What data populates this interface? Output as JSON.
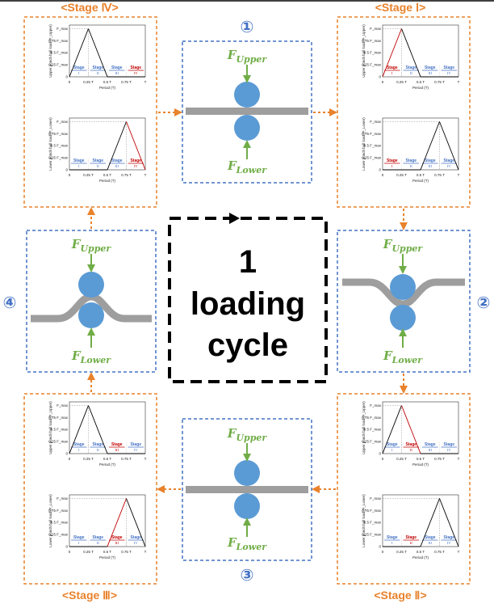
{
  "stage_labels": {
    "stage4": "<Stage Ⅳ>",
    "stage1": "<Stage Ⅰ>",
    "stage3": "<Stage Ⅲ>",
    "stage2": "<Stage Ⅱ>"
  },
  "step_markers": {
    "s1": "①",
    "s2": "②",
    "s3": "③",
    "s4": "④"
  },
  "center": {
    "line1": "1",
    "line2": "loading",
    "line3": "cycle"
  },
  "forces": {
    "upper_base": "F",
    "upper_sub": "Upper",
    "lower_base": "F",
    "lower_sub": "Lower"
  },
  "plot_text": {
    "upper_ylabel": "Upper punch ball load (F_Upper)",
    "lower_ylabel": "Lower punch ball load (F_Lower)",
    "xlabel": "Period (T)",
    "yticks": [
      "F_max",
      "0.75 F_max",
      "0.5 F_max",
      "0.25 F_max",
      "0"
    ],
    "xticks": [
      "0",
      "0.25 T",
      "0.5 T",
      "0.75 T",
      "T"
    ],
    "stage_word": "Stage",
    "stage_numerals": [
      "I",
      "II",
      "III",
      "IV"
    ]
  },
  "colors": {
    "orange": "#e8822c",
    "blue_frame": "#4472c4",
    "ball": "#5b9bd5",
    "plate": "#9e9e9e",
    "green": "#70ad47",
    "stage_blue": "#4472c4",
    "stage_red": "#c00000",
    "curve": "#000000"
  },
  "chart_data": {
    "type": "line",
    "x": [
      0,
      0.25,
      0.5,
      0.75,
      1.0
    ],
    "upper_load": [
      0,
      1,
      0,
      0,
      0
    ],
    "lower_load": [
      0,
      0,
      0,
      1,
      0
    ],
    "ylim": [
      0,
      1
    ],
    "xlabel": "Period (T)",
    "panels": [
      {
        "stage": "Stage Ⅳ",
        "highlight_stage": 4
      },
      {
        "stage": "Stage Ⅰ",
        "highlight_stage": 1
      },
      {
        "stage": "Stage Ⅲ",
        "highlight_stage": 3
      },
      {
        "stage": "Stage Ⅱ",
        "highlight_stage": 2
      }
    ]
  }
}
